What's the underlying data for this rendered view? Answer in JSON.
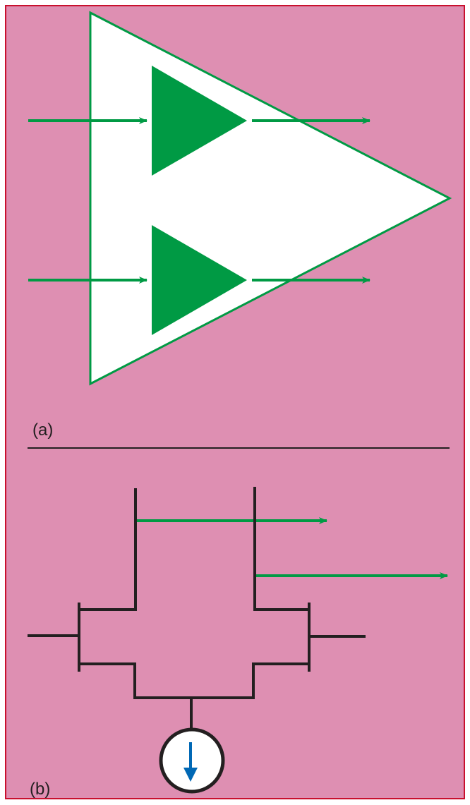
{
  "figure": {
    "panels": [
      {
        "id": "a",
        "label": "(a)"
      },
      {
        "id": "b",
        "label": "(b)"
      }
    ]
  },
  "colors": {
    "background": "#de8fb2",
    "border": "#c8102e",
    "green": "#009a44",
    "dark": "#231f20",
    "blue": "#0068b5",
    "white": "#ffffff"
  },
  "icons": {
    "amplifier_outer": "large-triangle-amplifier-outline",
    "amplifier_inner": "small-filled-triangle-amplifier",
    "current_source": "current-source-circle-with-down-arrow"
  }
}
